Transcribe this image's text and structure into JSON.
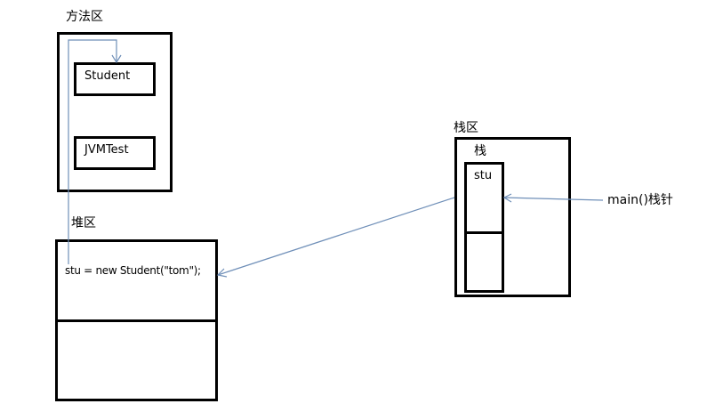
{
  "method_area": {
    "title": "方法区",
    "classes": [
      "Student",
      "JVMTest"
    ]
  },
  "heap_area": {
    "title": "堆区",
    "statement": "stu = new Student(\"tom\");"
  },
  "stack_area": {
    "title": "栈区",
    "stack_label": "栈",
    "variable": "stu"
  },
  "pointer": {
    "label": "main()栈针"
  },
  "colors": {
    "arrow": "#6f8fb8",
    "border": "#000000"
  }
}
